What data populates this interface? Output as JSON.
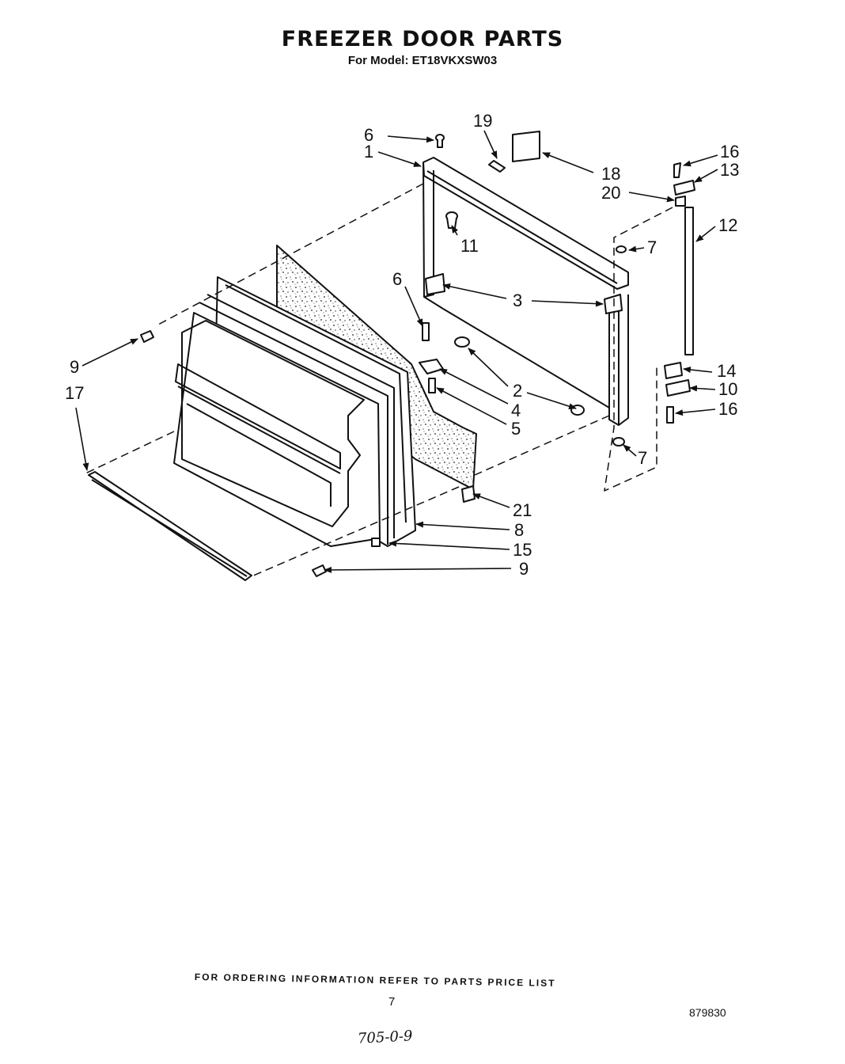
{
  "header": {
    "title": "FREEZER DOOR PARTS",
    "subtitle": "For Model: ET18VKXSW03"
  },
  "callouts": [
    "1",
    "2",
    "3",
    "4",
    "5",
    "6",
    "6",
    "7",
    "7",
    "8",
    "9",
    "9",
    "10",
    "11",
    "12",
    "13",
    "14",
    "15",
    "16",
    "16",
    "17",
    "18",
    "19",
    "20",
    "21"
  ],
  "footer": {
    "ordering_note": "FOR ORDERING INFORMATION REFER TO PARTS PRICE LIST",
    "page_number": "7",
    "document_number": "879830",
    "handwritten_code": "705-0-9"
  }
}
